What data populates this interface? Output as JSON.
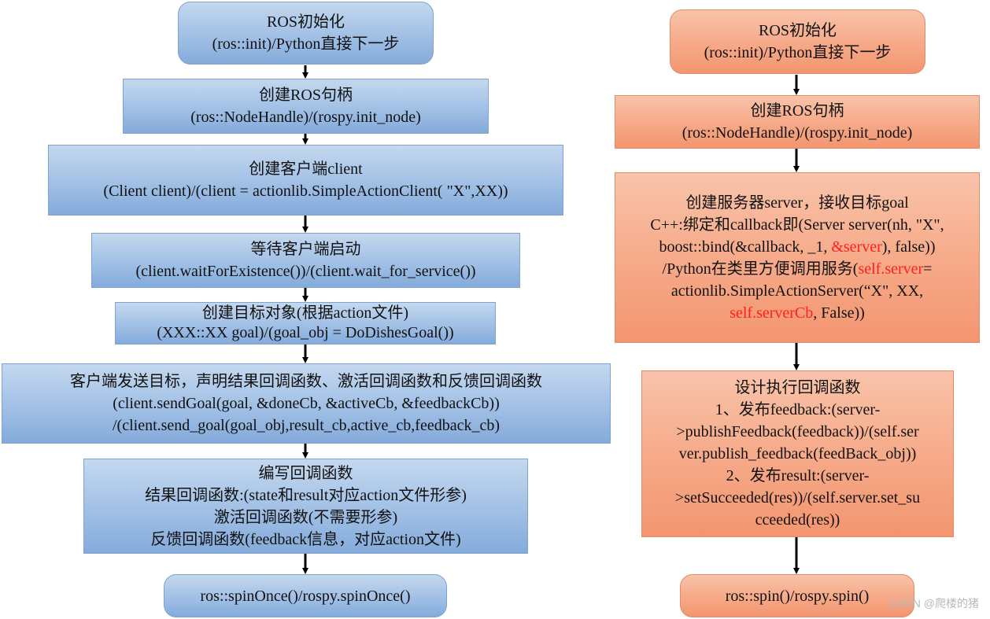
{
  "left": {
    "step1": [
      "ROS初始化",
      "(ros::init)/Python直接下一步"
    ],
    "step2": [
      "创建ROS句柄",
      "(ros::NodeHandle)/(rospy.init_node)"
    ],
    "step3": [
      "创建客户端client",
      "(Client client)/(client = actionlib.SimpleActionClient( \"X\",XX))"
    ],
    "step4": [
      "等待客户端启动",
      "(client.waitForExistence())/(client.wait_for_service())"
    ],
    "step5": [
      "创建目标对象(根据action文件)",
      "(XXX::XX goal)/(goal_obj = DoDishesGoal())"
    ],
    "step6": [
      "客户端发送目标，声明结果回调函数、激活回调函数和反馈回调函数",
      "(client.sendGoal(goal,  &doneCb, &activeCb, &feedbackCb))",
      "/(client.send_goal(goal_obj,result_cb,active_cb,feedback_cb)"
    ],
    "step7": [
      "编写回调函数",
      "结果回调函数:(state和result对应action文件形参)",
      "激活回调函数(不需要形参)",
      "反馈回调函数(feedback信息，对应action文件)"
    ],
    "step8": [
      "ros::spinOnce()/rospy.spinOnce()"
    ]
  },
  "right": {
    "step1": [
      "ROS初始化",
      "(ros::init)/Python直接下一步"
    ],
    "step2": [
      "创建ROS句柄",
      "(ros::NodeHandle)/(rospy.init_node)"
    ],
    "step3": {
      "l1": "创建服务器server，接收目标goal",
      "l2": "C++:绑定和callback即(Server server(nh, \"X\",",
      "l3a": "boost::bind(&callback, _1, ",
      "l3red": "&server",
      "l3b": "), false))",
      "l4a": "/Python在类里方便调用服务(",
      "l4red": "self.server",
      "l4b": "=",
      "l5": "actionlib.SimpleActionServer(“X\", XX,",
      "l6red": "self.serverCb",
      "l6b": ", False))"
    },
    "step4": [
      "设计执行回调函数",
      "1、发布feedback:(server-",
      ">publishFeedback(feedback))/(self.ser",
      "ver.publish_feedback(feedBack_obj))",
      "2、发布result:(server-",
      ">setSucceeded(res))/(self.server.set_su",
      "cceeded(res))"
    ],
    "step5": [
      "ros::spin()/rospy.spin()"
    ]
  },
  "watermark": "CSDN @爬楼的猪",
  "colors": {
    "left_fill": "#a4c2e6",
    "right_fill": "#f6ab8a",
    "highlight": "#ff1f1f",
    "arrow": "#000000"
  }
}
